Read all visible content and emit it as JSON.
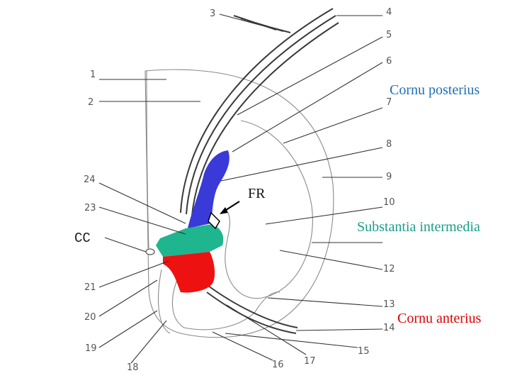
{
  "labels": {
    "cornu_posterius": "Cornu posterius",
    "substantia_intermedia": "Substantia intermedia",
    "cornu_anterius": "Cornu anterius",
    "fr": "FR",
    "cc": "CC"
  },
  "numbers": [
    "1",
    "2",
    "3",
    "4",
    "5",
    "6",
    "7",
    "8",
    "9",
    "10",
    "12",
    "13",
    "14",
    "15",
    "16",
    "17",
    "18",
    "19",
    "20",
    "21",
    "23",
    "24"
  ],
  "colors": {
    "cornu_posterius_label": "#1f6fb5",
    "substantia_intermedia_label": "#1a9e8a",
    "cornu_anterius_label": "#e00000",
    "region_posterior": "#3a3ad8",
    "region_intermediate": "#1fb58f",
    "region_anterior": "#ee1111"
  }
}
